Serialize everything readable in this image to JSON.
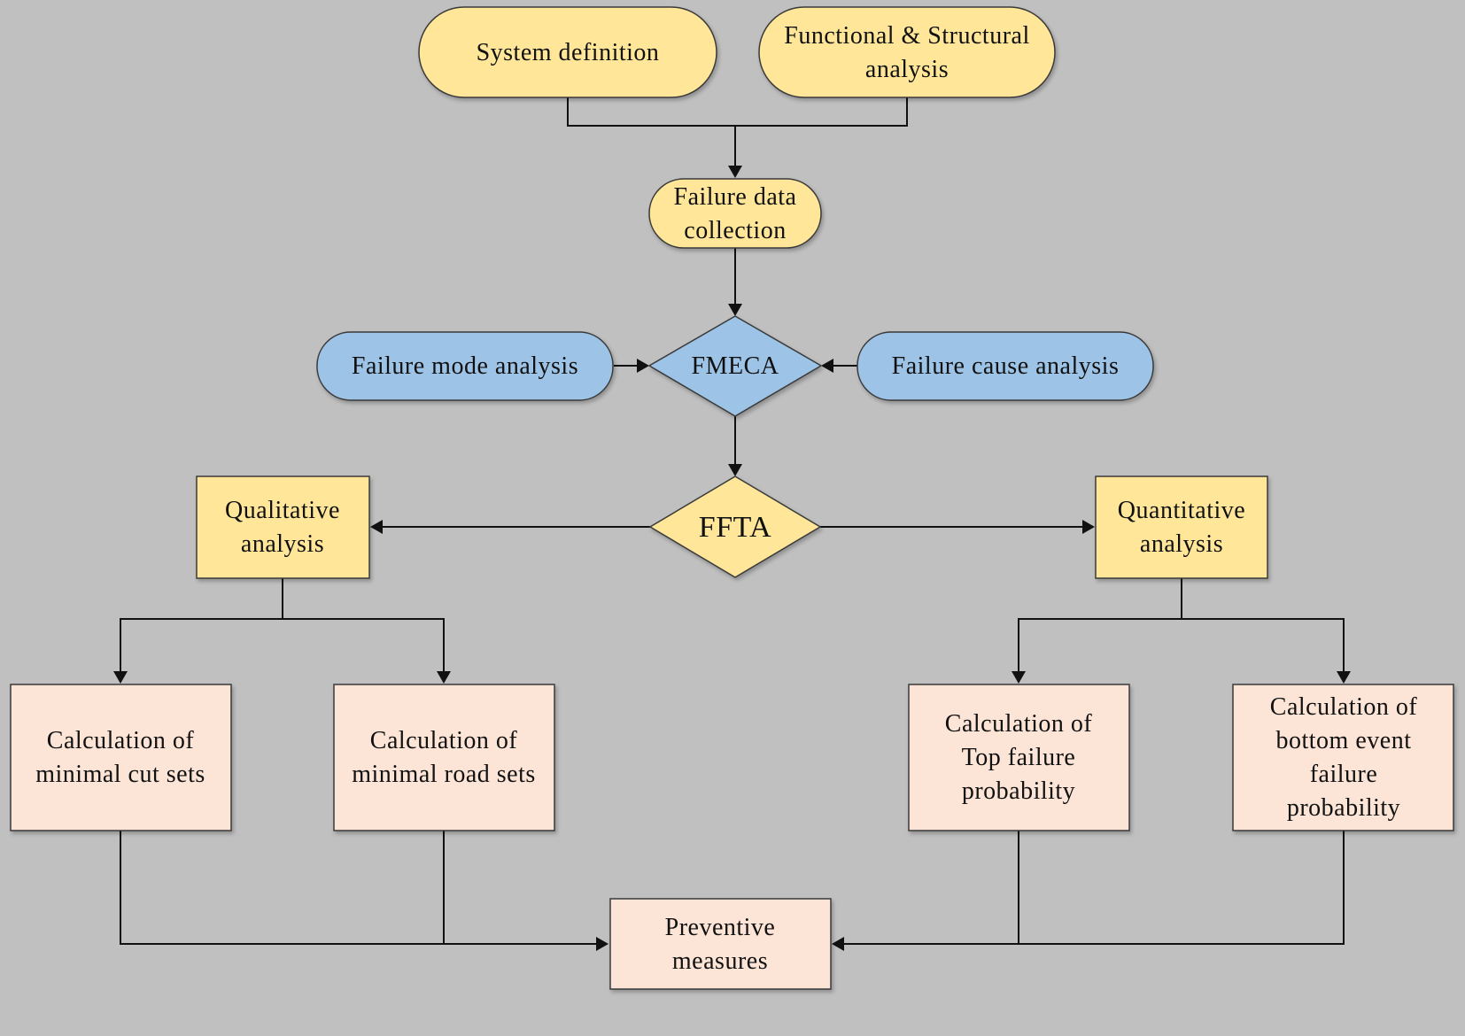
{
  "diagram": {
    "background": "#c0c0c0",
    "colors": {
      "yellow_fill": "#ffe699",
      "blue_fill": "#9dc3e6",
      "peach_fill": "#fce4d6",
      "stroke": "#3a3a3a",
      "line": "#111111"
    },
    "nodes": {
      "system_definition": {
        "lines": [
          "System definition"
        ]
      },
      "functional_structural": {
        "lines": [
          "Functional & Structural",
          "analysis"
        ]
      },
      "failure_data": {
        "lines": [
          "Failure data",
          "collection"
        ]
      },
      "failure_mode": {
        "lines": [
          "Failure mode analysis"
        ]
      },
      "fmeca": {
        "lines": [
          "FMECA"
        ]
      },
      "failure_cause": {
        "lines": [
          "Failure cause analysis"
        ]
      },
      "ffta": {
        "lines": [
          "FFTA"
        ]
      },
      "qualitative": {
        "lines": [
          "Qualitative",
          "analysis"
        ]
      },
      "quantitative": {
        "lines": [
          "Quantitative",
          "analysis"
        ]
      },
      "min_cut_sets": {
        "lines": [
          "Calculation of",
          "minimal cut sets"
        ]
      },
      "min_road_sets": {
        "lines": [
          "Calculation of",
          "minimal road sets"
        ]
      },
      "top_failure": {
        "lines": [
          "Calculation of",
          "Top failure",
          "probability"
        ]
      },
      "bottom_event": {
        "lines": [
          "Calculation of",
          "bottom event",
          "failure",
          "probability"
        ]
      },
      "preventive": {
        "lines": [
          "Preventive",
          "measures"
        ]
      }
    }
  }
}
